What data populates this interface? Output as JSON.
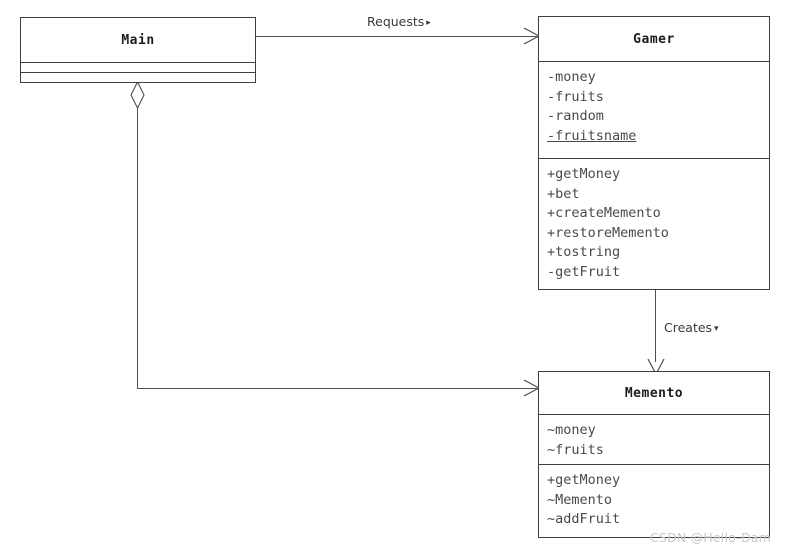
{
  "diagram": {
    "type": "uml-class-diagram",
    "background_color": "#ffffff",
    "line_color": "#4f4f4f",
    "border_color": "#3f3f3f",
    "text_color": "#4a4a4a",
    "title_color": "#1d1d1d"
  },
  "classes": {
    "main": {
      "name": "Main",
      "attributes": [],
      "operations": []
    },
    "gamer": {
      "name": "Gamer",
      "attributes": [
        {
          "text": "-money",
          "static": false
        },
        {
          "text": "-fruits",
          "static": false
        },
        {
          "text": "-random",
          "static": false
        },
        {
          "text": "-fruitsname",
          "static": true
        }
      ],
      "operations": [
        {
          "text": "+getMoney",
          "static": false
        },
        {
          "text": "+bet",
          "static": false
        },
        {
          "text": "+createMemento",
          "static": false
        },
        {
          "text": "+restoreMemento",
          "static": false
        },
        {
          "text": "+tostring",
          "static": false
        },
        {
          "text": "-getFruit",
          "static": false
        }
      ]
    },
    "memento": {
      "name": "Memento",
      "attributes": [
        {
          "text": "~money",
          "static": false
        },
        {
          "text": "~fruits",
          "static": false
        }
      ],
      "operations": [
        {
          "text": "+getMoney",
          "static": false
        },
        {
          "text": "~Memento",
          "static": false
        },
        {
          "text": "~addFruit",
          "static": false
        }
      ]
    }
  },
  "relationships": {
    "main_to_gamer": {
      "label": "Requests",
      "direction_marker": "▸",
      "source": "Main",
      "target": "Gamer",
      "arrow": "open-arrow-right"
    },
    "gamer_to_memento": {
      "label": "Creates",
      "direction_marker": "▾",
      "source": "Gamer",
      "target": "Memento",
      "arrow": "open-arrow-down"
    },
    "main_aggregates_memento": {
      "label": "",
      "source": "Main",
      "target": "Memento",
      "arrow": "open-arrow-right",
      "source_decoration": "hollow-diamond"
    }
  },
  "watermark": {
    "text": "CSDN @Hello-Dam"
  }
}
